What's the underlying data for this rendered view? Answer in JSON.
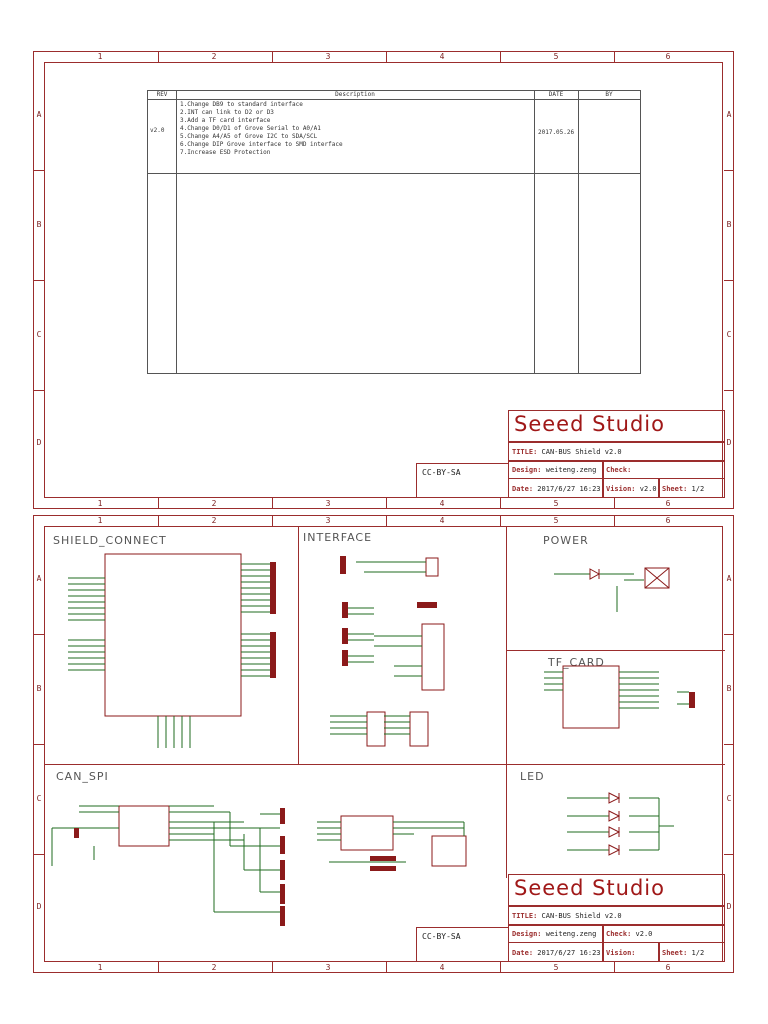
{
  "columns": [
    "1",
    "2",
    "3",
    "4",
    "5",
    "6"
  ],
  "rows": [
    "A",
    "B",
    "C",
    "D"
  ],
  "revision": {
    "headers": {
      "rev": "REV",
      "description": "Description",
      "date": "DATE",
      "by": "BY"
    },
    "number": "v2.0",
    "date": "2017.05.26",
    "lines": [
      "1.Change DB9 to standard interface",
      "2.INT can link to D2 or D3",
      "3.Add a TF card interface",
      "4.Change D0/D1 of Grove Serial to A0/A1",
      "5.Change A4/A5 of Grove I2C to SDA/SCL",
      "6.Change DIP Grove interface to SMD interface",
      "7.Increase ESD Protection"
    ]
  },
  "title_block": {
    "company": "Seeed Studio",
    "title_label": "TITLE:",
    "title": "CAN-BUS Shield  v2.0",
    "design_label": "Design:",
    "design": "weiteng.zeng",
    "check_label": "Check:",
    "date_label": "Date:",
    "date": "2017/6/27 16:23",
    "vision_label": "Vision:",
    "vision": "v2.0",
    "sheet_label": "Sheet:",
    "license": "CC-BY-SA"
  },
  "sheets": {
    "sheet1": {
      "check": "",
      "vision": "v2.0",
      "sheet": "1/2"
    },
    "sheet2": {
      "check": "v2.0",
      "vision": "",
      "sheet": "1/2"
    }
  },
  "sections": {
    "shield_connect": "SHIELD_CONNECT",
    "interface": "INTERFACE",
    "power": "POWER",
    "tf_card": "TF_CARD",
    "can_spi": "CAN_SPI",
    "led": "LED"
  }
}
